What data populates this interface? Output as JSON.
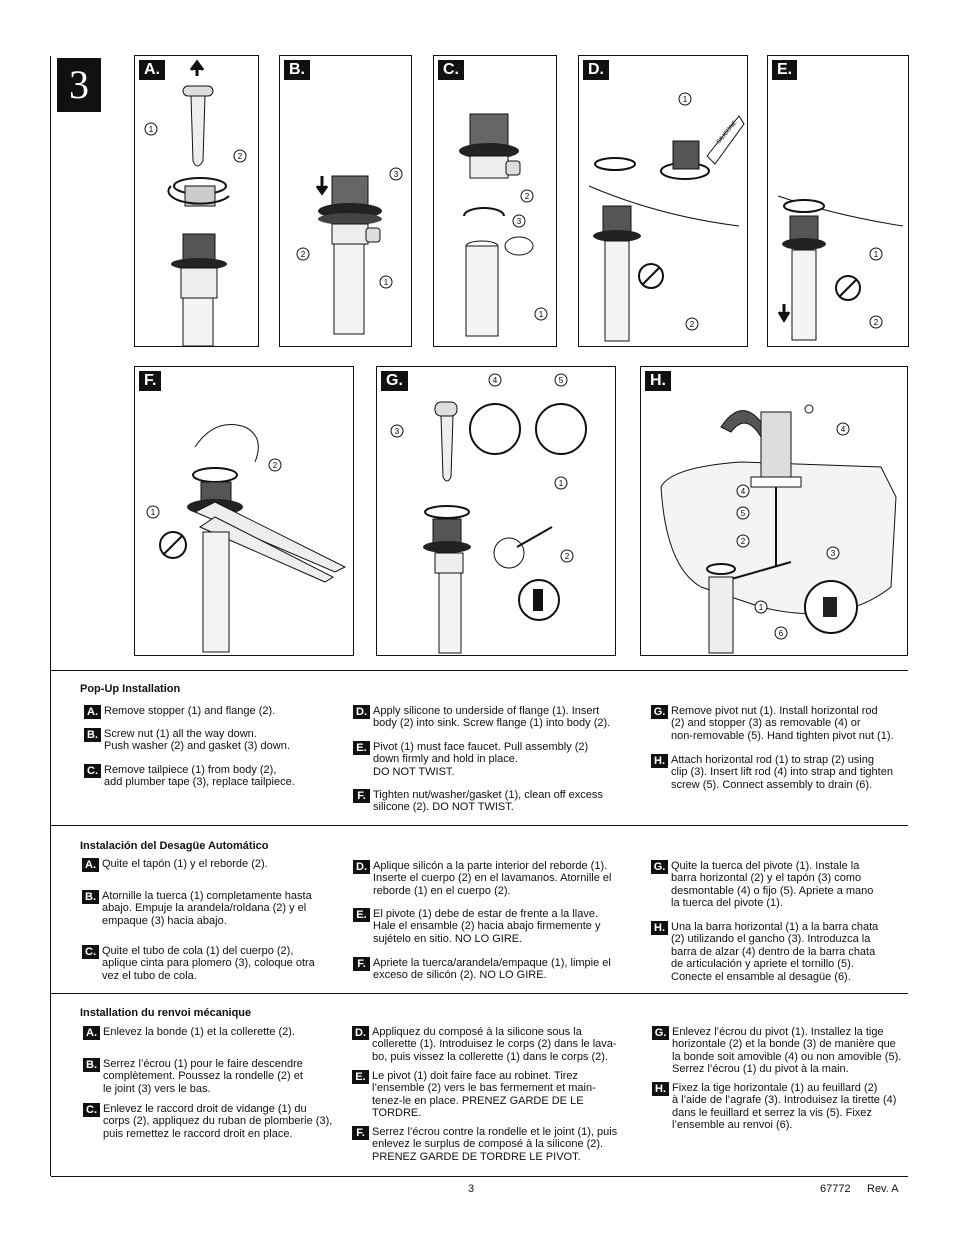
{
  "step_number": "3",
  "panels": [
    {
      "label": "A.",
      "callouts": [
        "1",
        "2"
      ]
    },
    {
      "label": "B.",
      "callouts": [
        "3",
        "2",
        "1"
      ]
    },
    {
      "label": "C.",
      "callouts": [
        "2",
        "3",
        "1"
      ]
    },
    {
      "label": "D.",
      "callouts": [
        "1",
        "2"
      ],
      "tube_text": "SILICONE"
    },
    {
      "label": "E.",
      "callouts": [
        "1",
        "2"
      ]
    },
    {
      "label": "F.",
      "callouts": [
        "2",
        "1"
      ]
    },
    {
      "label": "G.",
      "callouts": [
        "4",
        "5",
        "3",
        "1",
        "2"
      ]
    },
    {
      "label": "H.",
      "callouts": [
        "4",
        "4",
        "5",
        "2",
        "3",
        "1",
        "6"
      ]
    }
  ],
  "sections": [
    {
      "title": "Pop-Up Installation",
      "items": [
        {
          "badge": "A.",
          "text": "Remove stopper (1) and flange (2)."
        },
        {
          "badge": "B.",
          "text": "Screw nut (1) all the way down.\nPush washer (2) and gasket (3) down."
        },
        {
          "badge": "C.",
          "text": "Remove tailpiece (1) from body (2),\nadd plumber tape (3), replace tailpiece."
        },
        {
          "badge": "D.",
          "text": "Apply silicone to underside of flange (1). Insert\nbody (2) into sink. Screw flange (1) into body (2)."
        },
        {
          "badge": "E.",
          "text": "Pivot (1) must face faucet. Pull assembly (2)\ndown firmly and hold in place.\nDO NOT TWIST."
        },
        {
          "badge": "F.",
          "text": "Tighten nut/washer/gasket (1), clean off excess\nsilicone (2). DO NOT TWIST."
        },
        {
          "badge": "G.",
          "text": "Remove pivot nut (1). Install horizontal rod\n(2) and stopper (3) as removable (4) or\nnon-removable (5). Hand tighten pivot nut (1)."
        },
        {
          "badge": "H.",
          "text": "Attach horizontal rod (1) to strap (2) using\nclip (3). Insert lift rod (4) into strap and tighten\nscrew (5). Connect assembly to drain (6)."
        }
      ]
    },
    {
      "title": "Instalación del Desagüe Automático",
      "items": [
        {
          "badge": "A.",
          "text": "Quite el tapón (1) y el reborde (2)."
        },
        {
          "badge": "B.",
          "text": "Atornille la tuerca (1) completamente hasta\nabajo. Empuje la arandela/roldana (2) y el\nempaque (3) hacia abajo."
        },
        {
          "badge": "C.",
          "text": "Quite el tubo de cola (1) del cuerpo (2),\naplique cinta para plomero (3), coloque otra\nvez el tubo de cola."
        },
        {
          "badge": "D.",
          "text": "Aplique silicón a la parte interior del reborde (1).\nInserte el cuerpo (2) en el lavamanos. Atornille el\nreborde (1) en el cuerpo (2)."
        },
        {
          "badge": "E.",
          "text": "El pivote (1) debe de estar de frente a la llave.\nHale el ensamble (2) hacia abajo firmemente y\nsujételo en sitio. NO LO GIRE."
        },
        {
          "badge": "F.",
          "text": "Apriete la tuerca/arandela/empaque (1), limpie el\nexceso de silicón (2). NO LO GIRE."
        },
        {
          "badge": "G.",
          "text": "Quite la tuerca del pivote (1). Instale la\nbarra horizontal (2) y el tapón (3) como\ndesmontable (4) o fijo (5). Apriete a mano\nla tuerca del pivote (1)."
        },
        {
          "badge": "H.",
          "text": "Una la barra horizontal (1) a la barra chata\n(2) utilizando el gancho (3). Introduzca la\nbarra de alzar (4) dentro de la barra chata\nde articulación y apriete el tornillo (5).\nConecte el ensamble al desagüe (6)."
        }
      ]
    },
    {
      "title": "Installation du renvoi mécanique",
      "items": [
        {
          "badge": "A.",
          "text": "Enlevez la bonde (1) et la collerette (2)."
        },
        {
          "badge": "B.",
          "text": "Serrez l’écrou (1) pour le faire descendre\ncomplètement. Poussez la rondelle (2) et\nle joint (3) vers le bas."
        },
        {
          "badge": "C.",
          "text": "Enlevez le raccord droit de vidange (1) du\ncorps (2), appliquez du ruban de plomberie (3),\npuis remettez le raccord droit en place."
        },
        {
          "badge": "D.",
          "text": "Appliquez du composé à la silicone sous la\ncollerette (1). Introduisez le corps (2) dans le lava-\nbo, puis vissez la collerette (1) dans le corps (2)."
        },
        {
          "badge": "E.",
          "text": "Le pivot (1) doit faire face au robinet. Tirez\nl’ensemble (2) vers le bas fermement et main-\ntenez-le en place. PRENEZ GARDE DE LE\nTORDRE."
        },
        {
          "badge": "F.",
          "text": "Serrez l’écrou contre la rondelle et le joint (1), puis\nenlevez le surplus de composé à la silicone (2).\nPRENEZ GARDE DE TORDRE LE PIVOT."
        },
        {
          "badge": "G.",
          "text": "Enlevez l’écrou du pivot (1). Installez la tige\nhorizontale (2) et la bonde (3) de manière que\nla bonde soit amovible (4) ou non amovible (5).\nSerrez l’écrou (1) du pivot à la main."
        },
        {
          "badge": "H.",
          "text": "Fixez la tige horizontale (1) au feuillard (2)\nà l’aide de l’agrafe (3). Introduisez la tirette (4)\ndans le feuillard et serrez la vis (5). Fixez\nl’ensemble au renvoi (6)."
        }
      ]
    }
  ],
  "footer": {
    "page": "3",
    "doc_number": "67772",
    "revision": "Rev. A"
  }
}
